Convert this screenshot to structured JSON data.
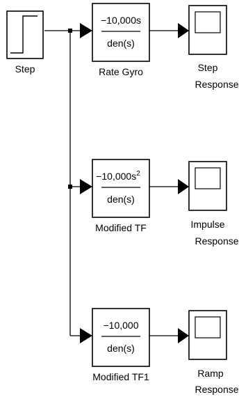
{
  "source_block": {
    "label": "Step"
  },
  "transfer_functions": [
    {
      "numerator": "−10,000s",
      "numerator_power": "",
      "denominator": "den(s)",
      "label": "Rate Gyro"
    },
    {
      "numerator": "−10,000s",
      "numerator_power": "2",
      "denominator": "den(s)",
      "label": "Modified TF"
    },
    {
      "numerator": "−10,000",
      "numerator_power": "",
      "denominator": "den(s)",
      "label": "Modified TF1"
    }
  ],
  "scopes": [
    {
      "label_line1": "Step",
      "label_line2": "Response"
    },
    {
      "label_line1": "Impulse",
      "label_line2": "Response"
    },
    {
      "label_line1": "Ramp",
      "label_line2": "Response"
    }
  ]
}
